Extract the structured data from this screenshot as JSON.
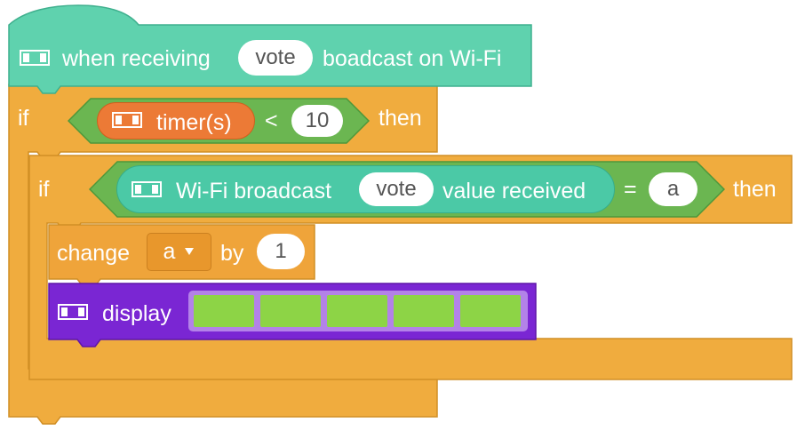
{
  "colors": {
    "event_block": "#5FD2AE",
    "event_edge": "#3FB08E",
    "control_block": "#F0AC3E",
    "control_edge": "#D18F25",
    "operator_hex": "#6BB651",
    "operator_edge": "#4E973A",
    "sensor_orange": "#EC7A36",
    "sensor_teal": "#4BC9A6",
    "display_purple": "#7A26D3",
    "led_green": "#8DD446",
    "led_border": "#B382E8"
  },
  "hat_block": {
    "icon": "board-icon",
    "prefix": "when receiving",
    "message": "vote",
    "suffix": "boadcast on Wi-Fi"
  },
  "outer_if": {
    "keyword": "if",
    "then_label": "then",
    "condition": {
      "reporter_icon": "board-icon",
      "reporter_label": "timer(s)",
      "operator": "<",
      "value": "10"
    }
  },
  "inner_if": {
    "keyword": "if",
    "then_label": "then",
    "condition": {
      "reporter_icon": "board-icon",
      "reporter_label_1": "Wi-Fi broadcast",
      "reporter_message": "vote",
      "reporter_label_2": "value received",
      "operator": "=",
      "value": "a"
    }
  },
  "change_block": {
    "keyword": "change",
    "variable": "a",
    "by_label": "by",
    "amount": "1"
  },
  "display_block": {
    "icon": "board-icon",
    "label": "display",
    "led_count": 5
  }
}
